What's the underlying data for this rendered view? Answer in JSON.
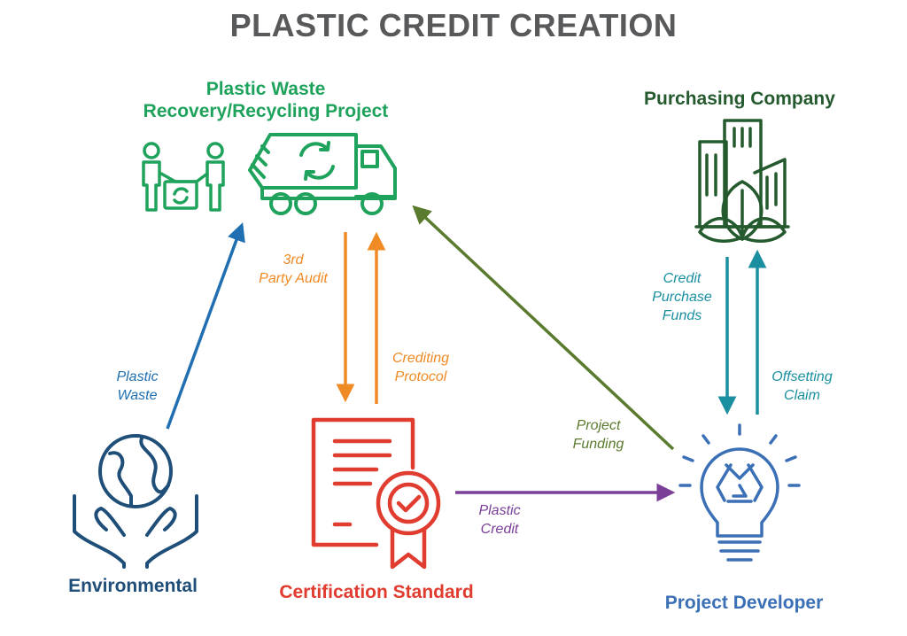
{
  "title": "PLASTIC CREDIT CREATION",
  "nodes": {
    "recycling_project": {
      "label_line1": "Plastic Waste",
      "label_line2": "Recovery/Recycling Project",
      "color": "#1fa35c"
    },
    "purchasing_company": {
      "label": "Purchasing Company",
      "color": "#245a2e"
    },
    "environmental": {
      "label": "Environmental",
      "color": "#1f4e79"
    },
    "certification_standard": {
      "label": "Certification Standard",
      "color": "#e03c2f"
    },
    "project_developer": {
      "label": "Project Developer",
      "color": "#3b6fb6"
    }
  },
  "edges": {
    "plastic_waste": {
      "line1": "Plastic",
      "line2": "Waste",
      "color": "#1f6fb2"
    },
    "third_party_audit": {
      "line1": "3rd",
      "line2": "Party Audit",
      "color": "#f08a24"
    },
    "crediting_protocol": {
      "line1": "Crediting",
      "line2": "Protocol",
      "color": "#f08a24"
    },
    "project_funding": {
      "line1": "Project",
      "line2": "Funding",
      "color": "#5a7a2e"
    },
    "plastic_credit": {
      "line1": "Plastic",
      "line2": "Credit",
      "color": "#7b3f98"
    },
    "credit_purchase_funds": {
      "line1": "Credit",
      "line2": "Purchase",
      "line3": "Funds",
      "color": "#1a8fa0"
    },
    "offsetting_claim": {
      "line1": "Offsetting",
      "line2": "Claim",
      "color": "#1a8fa0"
    }
  }
}
